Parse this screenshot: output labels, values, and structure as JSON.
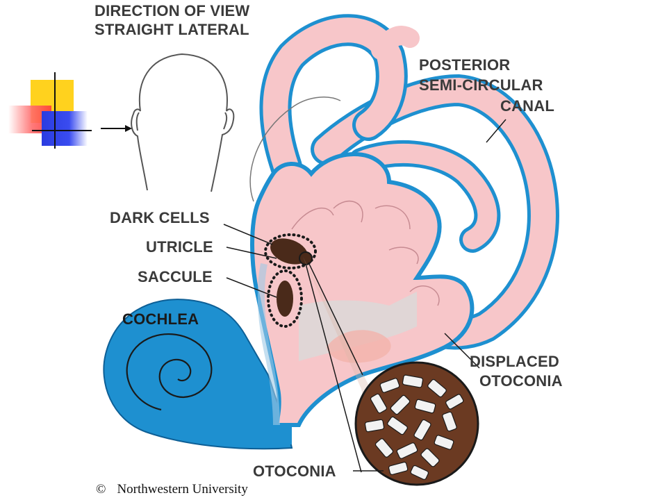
{
  "labels": {
    "direction_line1": "DIRECTION OF VIEW",
    "direction_line2": "STRAIGHT LATERAL",
    "posterior_line1": "POSTERIOR",
    "posterior_line2": "SEMI-CIRCULAR",
    "posterior_line3": "CANAL",
    "dark_cells": "DARK CELLS",
    "utricle": "UTRICLE",
    "saccule": "SACCULE",
    "cochlea": "COCHLEA",
    "displaced_line1": "DISPLACED",
    "displaced_line2": "OTOCONIA",
    "otoconia": "OTOCONIA"
  },
  "credit": {
    "symbol": "©",
    "text": "Northwestern University"
  },
  "colors": {
    "membrane_blue": "#1e90d0",
    "tissue_pink": "#f7c6c9",
    "organ_brown": "#4a2a1a",
    "label_gray": "#3a3a3a"
  }
}
